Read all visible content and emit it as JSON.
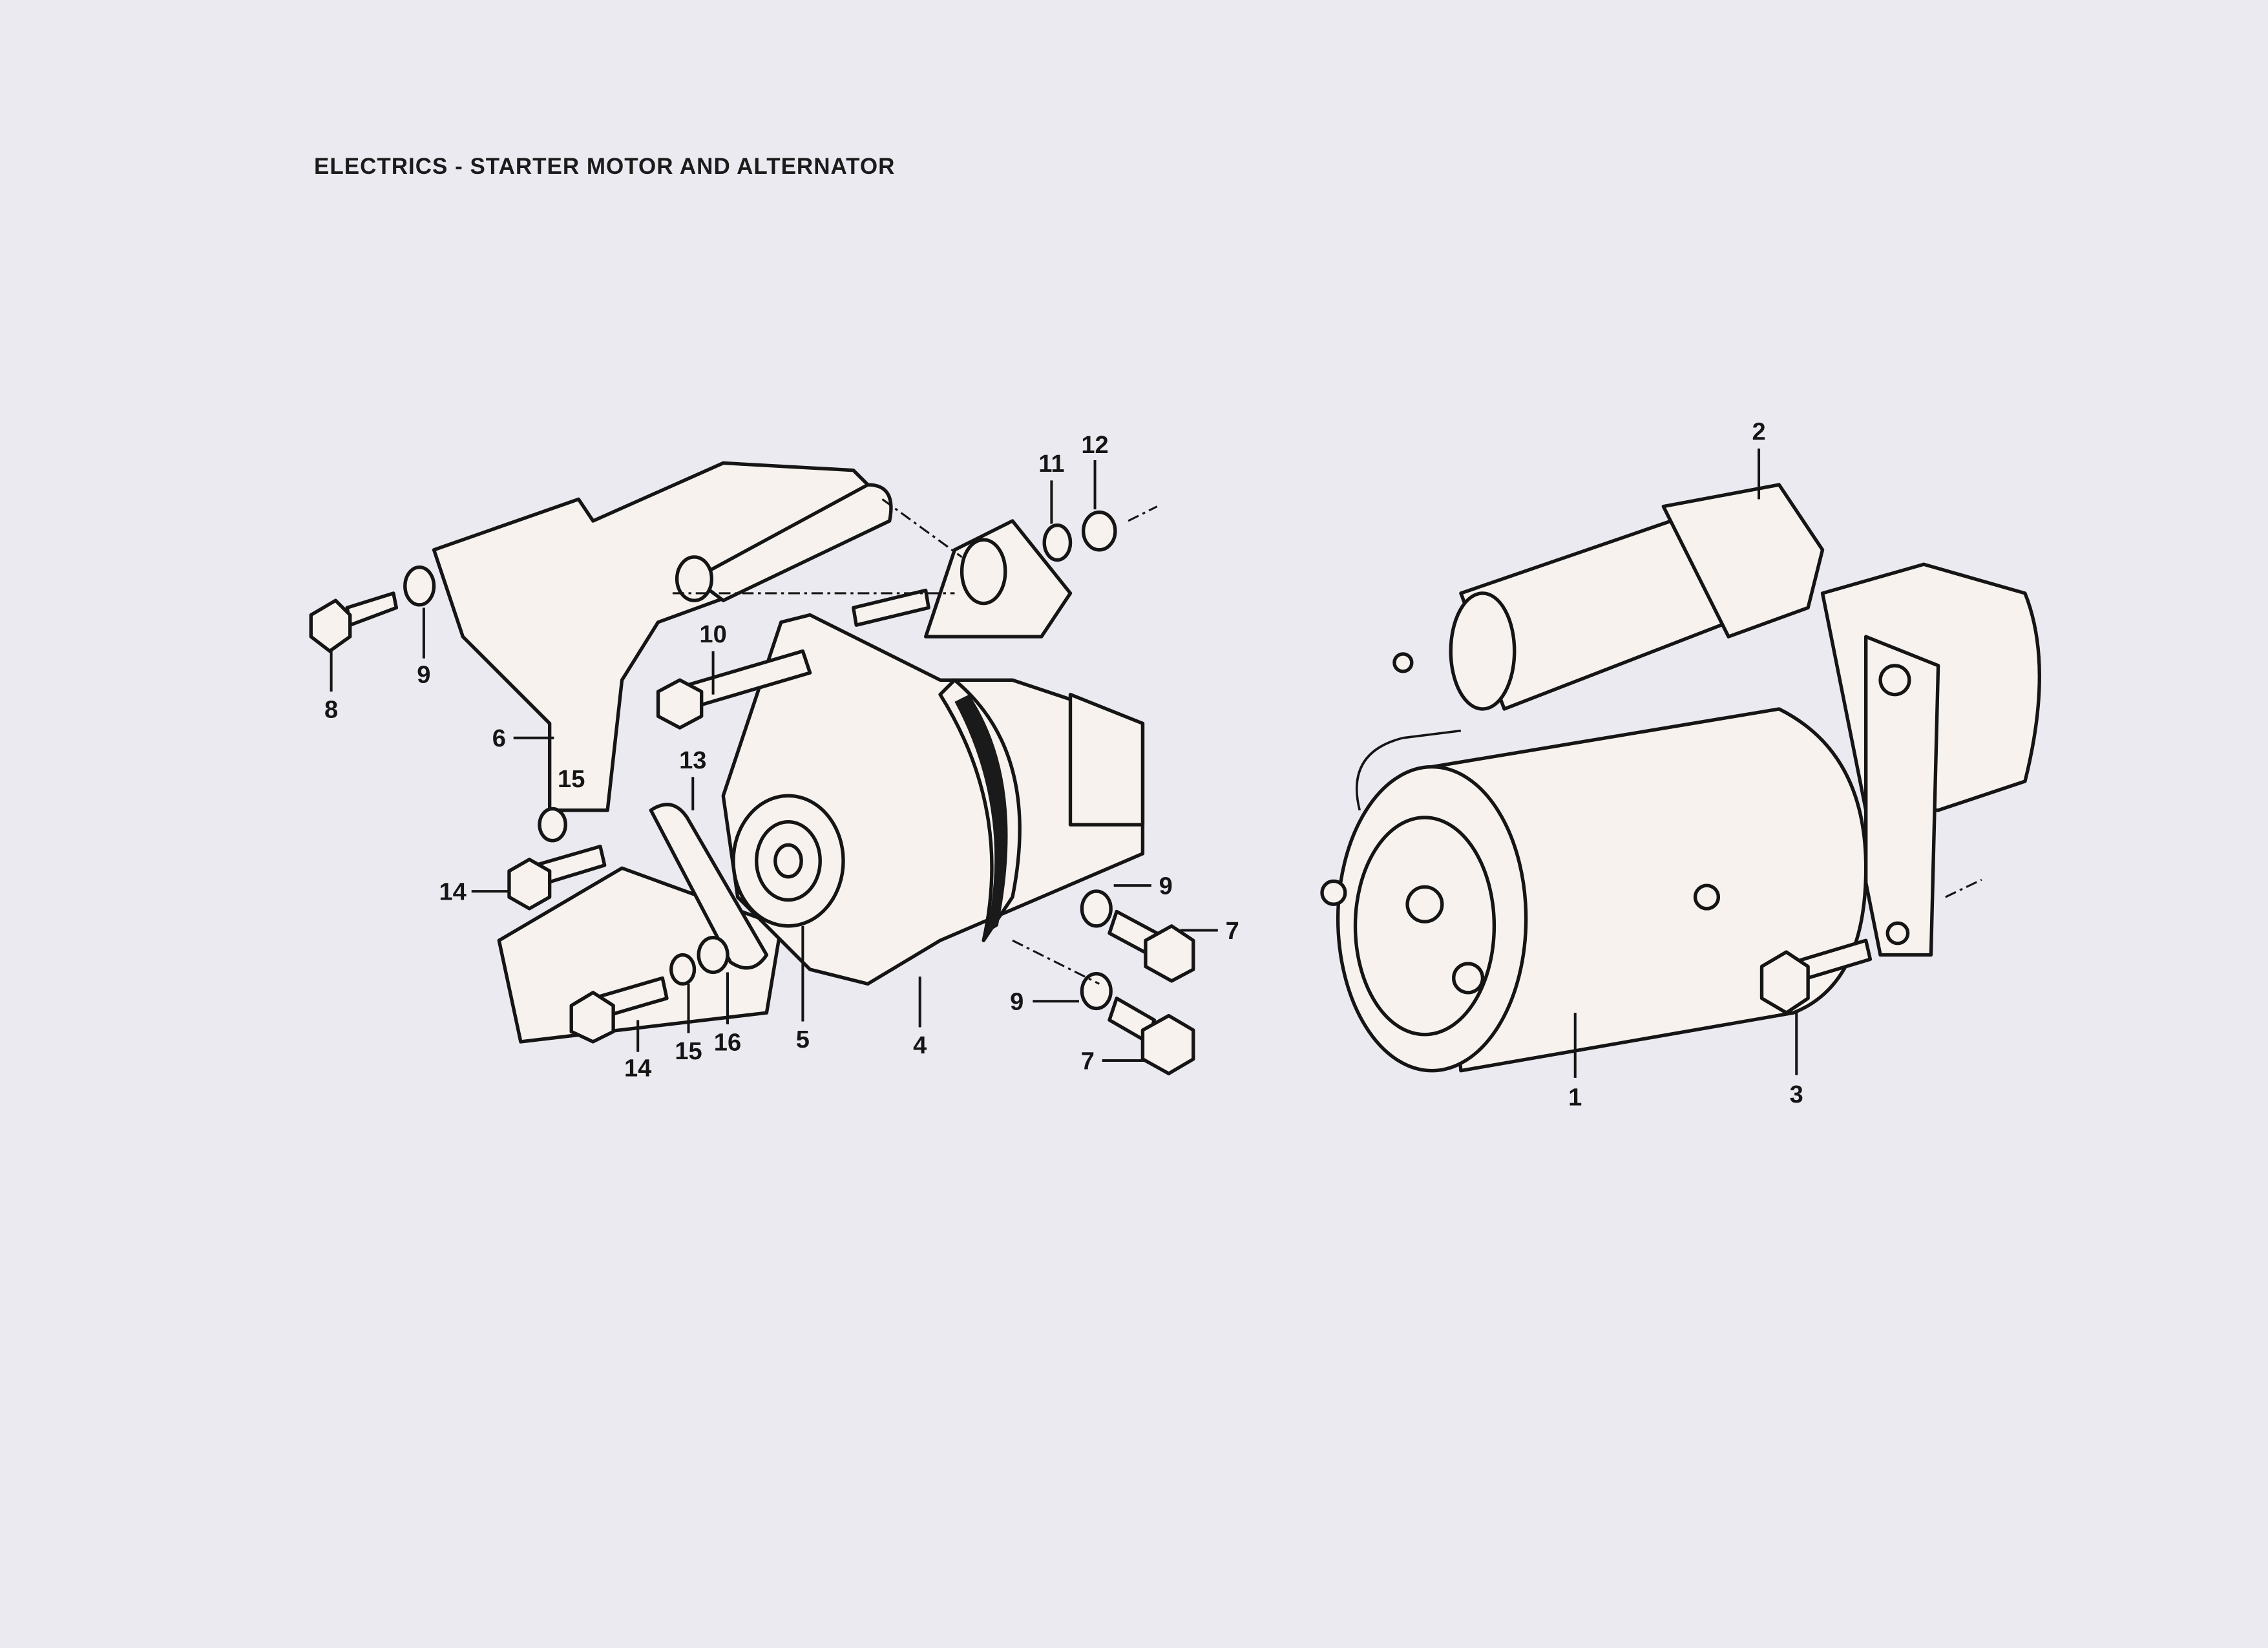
{
  "title": "ELECTRICS - STARTER MOTOR AND ALTERNATOR",
  "callouts": {
    "starter_motor": "1",
    "solenoid": "2",
    "starter_bolt": "3",
    "alternator": "4",
    "pulley": "5",
    "bracket": "6",
    "bolt_7_upper": "7",
    "bolt_7_lower": "7",
    "bolt_8": "8",
    "washer_9_left": "9",
    "washer_9_upper": "9",
    "washer_9_lower": "9",
    "pivot_bolt": "10",
    "washer_11": "11",
    "nut_12": "12",
    "adjusting_link": "13",
    "bolt_14_upper": "14",
    "bolt_14_lower": "14",
    "washer_15_upper": "15",
    "washer_15_lower": "15",
    "washer_16": "16"
  }
}
